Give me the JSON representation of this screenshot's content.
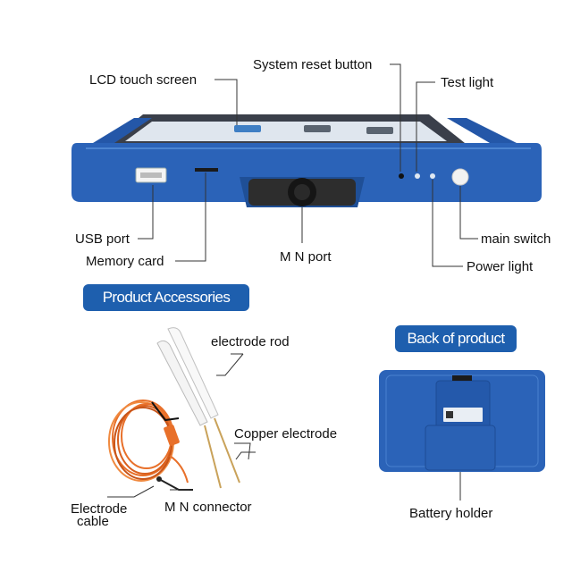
{
  "labels": {
    "lcd_touch_screen": "LCD touch screen",
    "system_reset_button": "System reset button",
    "test_light": "Test light",
    "usb_port": "USB port",
    "memory_card": "Memory card",
    "mn_port": "M N port",
    "main_switch": "main switch",
    "power_light": "Power light",
    "electrode_rod": "electrode rod",
    "copper_electrode": "Copper electrode",
    "electrode_cable_line1": "Electrode",
    "electrode_cable_line2": "cable",
    "mn_connector": "M N connector",
    "battery_holder": "Battery holder"
  },
  "badges": {
    "product_accessories": "Product Accessories",
    "back_of_product": "Back of product"
  },
  "colors": {
    "device_blue": "#2b63b8",
    "badge_blue": "#1e5fae",
    "cable_orange": "#e8702a",
    "copper": "#c9a25a"
  }
}
